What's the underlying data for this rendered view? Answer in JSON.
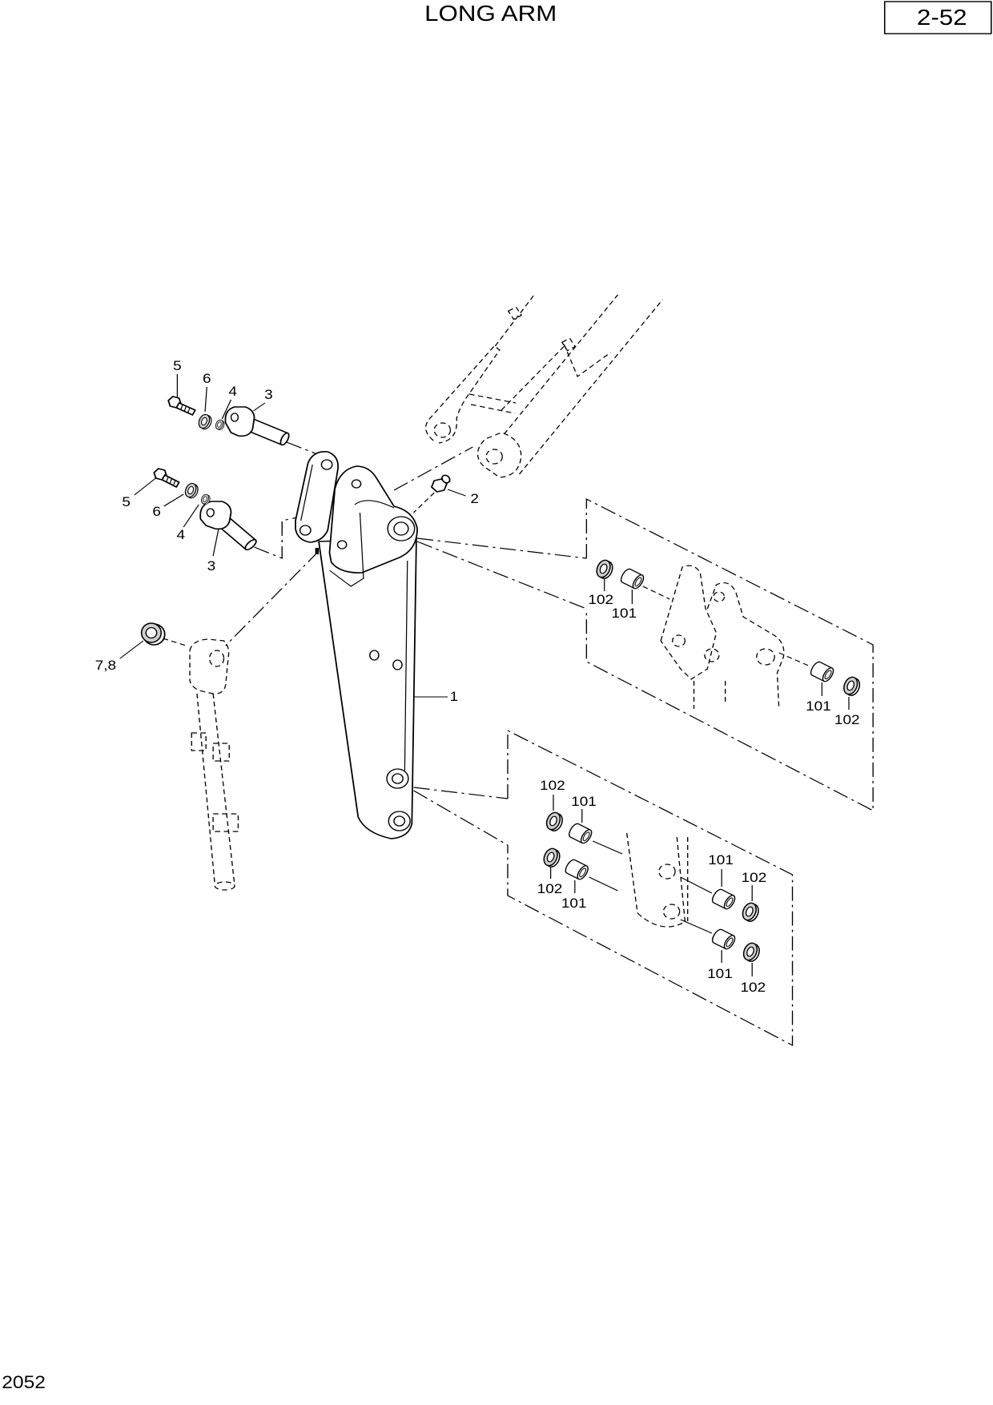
{
  "page": {
    "title": "LONG ARM",
    "page_number": "2-52",
    "footer_code": "2052"
  },
  "callouts": [
    "5",
    "6",
    "4",
    "3",
    "5",
    "6",
    "4",
    "3",
    "2",
    "7,8",
    "1",
    "102",
    "101",
    "101",
    "102",
    "102",
    "101",
    "102",
    "101",
    "101",
    "102",
    "101",
    "102"
  ]
}
